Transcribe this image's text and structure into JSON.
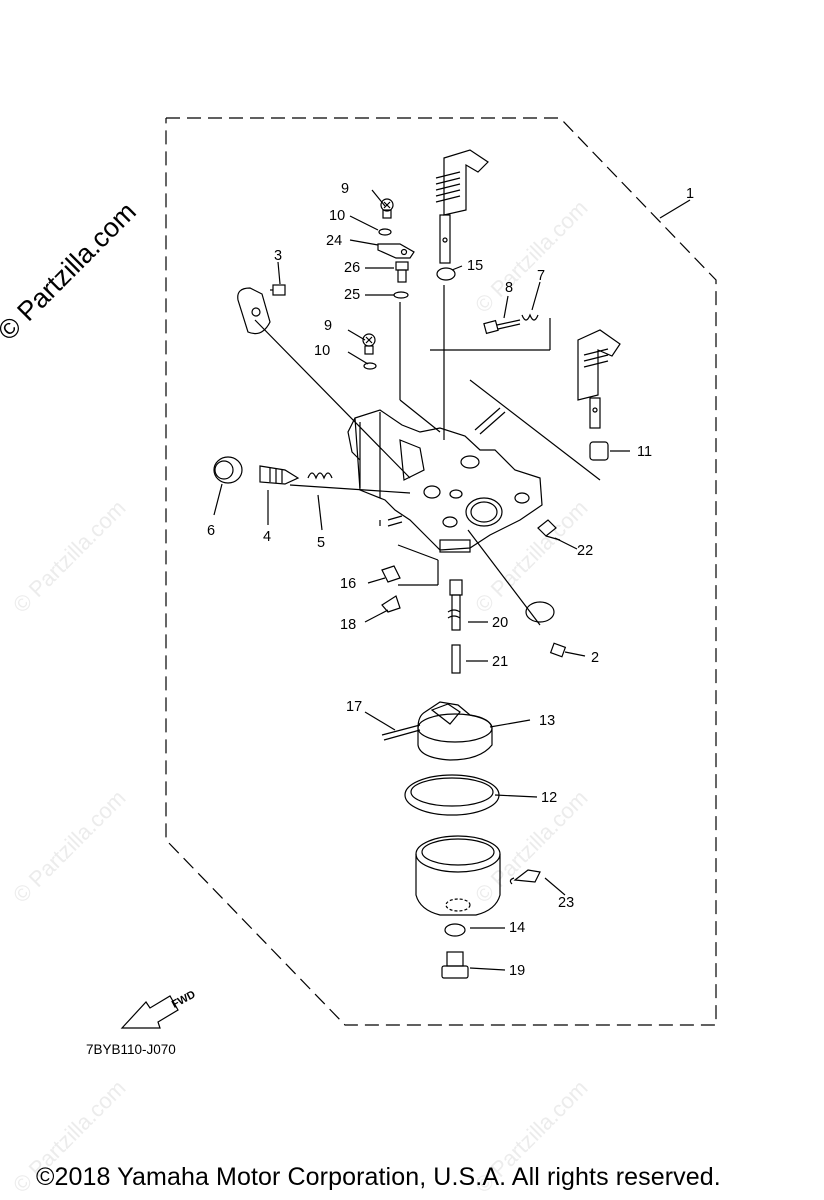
{
  "watermark": "© Partzilla.com",
  "watermark_faint": "© Partzilla.com",
  "diagram_code": "7BYB110-J070",
  "fwd_label": "FWD",
  "copyright": "©2018  Yamaha Motor Corporation, U.S.A. All rights reserved.",
  "callouts": {
    "c1": "1",
    "c2": "2",
    "c3": "3",
    "c4": "4",
    "c5": "5",
    "c6": "6",
    "c7": "7",
    "c8": "8",
    "c9a": "9",
    "c9b": "9",
    "c10a": "10",
    "c10b": "10",
    "c11": "11",
    "c12": "12",
    "c13": "13",
    "c14": "14",
    "c15": "15",
    "c16": "16",
    "c17": "17",
    "c18": "18",
    "c19": "19",
    "c20": "20",
    "c21": "21",
    "c22": "22",
    "c23": "23",
    "c24": "24",
    "c25": "25",
    "c26": "26"
  }
}
